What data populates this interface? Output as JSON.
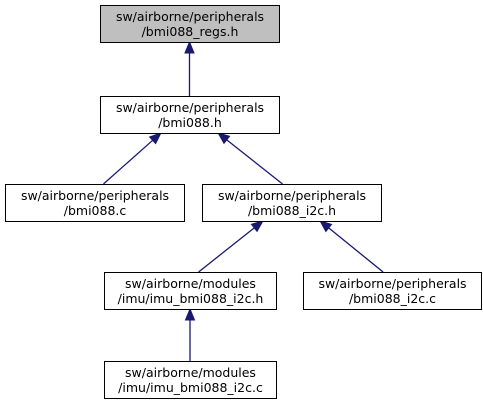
{
  "nodes": [
    {
      "id": "bmi088_regs_h",
      "line1": "sw/airborne/peripherals",
      "line2": "/bmi088_regs.h",
      "root": true
    },
    {
      "id": "bmi088_h",
      "line1": "sw/airborne/peripherals",
      "line2": "/bmi088.h"
    },
    {
      "id": "bmi088_c",
      "line1": "sw/airborne/peripherals",
      "line2": "/bmi088.c"
    },
    {
      "id": "bmi088_i2c_h",
      "line1": "sw/airborne/peripherals",
      "line2": "/bmi088_i2c.h"
    },
    {
      "id": "imu_bmi088_i2c_h",
      "line1": "sw/airborne/modules",
      "line2": "/imu/imu_bmi088_i2c.h"
    },
    {
      "id": "bmi088_i2c_c",
      "line1": "sw/airborne/peripherals",
      "line2": "/bmi088_i2c.c"
    },
    {
      "id": "imu_bmi088_i2c_c",
      "line1": "sw/airborne/modules",
      "line2": "/imu/imu_bmi088_i2c.c"
    }
  ],
  "edges": [
    {
      "from": "bmi088_h",
      "to": "bmi088_regs_h"
    },
    {
      "from": "bmi088_c",
      "to": "bmi088_h"
    },
    {
      "from": "bmi088_i2c_h",
      "to": "bmi088_h"
    },
    {
      "from": "imu_bmi088_i2c_h",
      "to": "bmi088_i2c_h"
    },
    {
      "from": "bmi088_i2c_c",
      "to": "bmi088_i2c_h"
    },
    {
      "from": "imu_bmi088_i2c_c",
      "to": "imu_bmi088_i2c_h"
    }
  ],
  "colors": {
    "root_fill": "#bfbfbf",
    "node_fill": "#ffffff",
    "edge": "#191970"
  }
}
